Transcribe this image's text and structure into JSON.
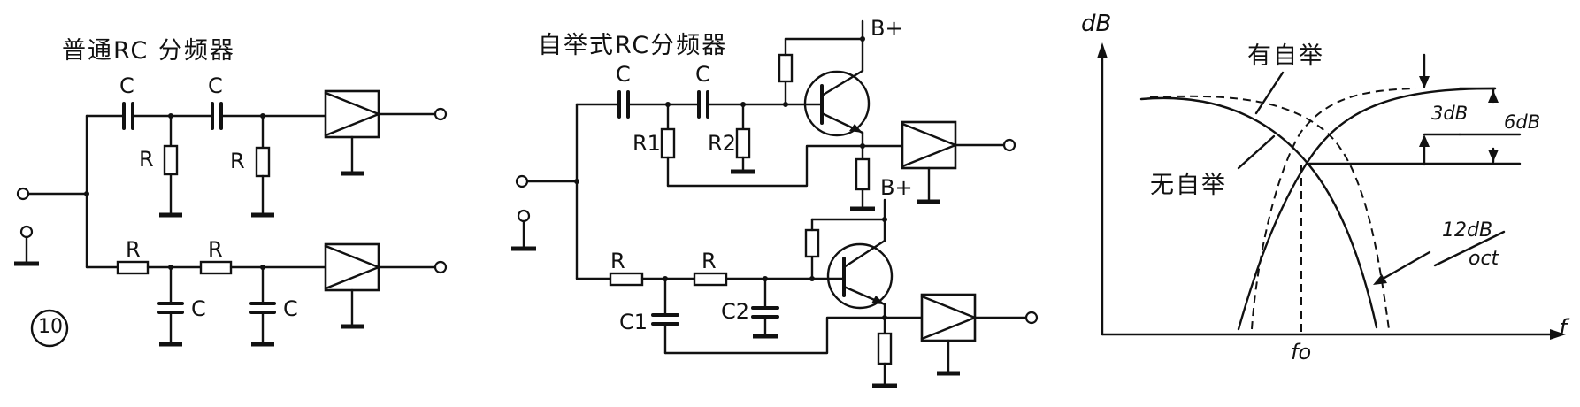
{
  "figure": {
    "number": "10",
    "panel_left": {
      "title": "普通RC 分频器",
      "highpass_capacitor_labels": [
        "C",
        "C"
      ],
      "highpass_resistor_labels": [
        "R",
        "R"
      ],
      "lowpass_resistor_labels": [
        "R",
        "R"
      ],
      "lowpass_capacitor_labels": [
        "C",
        "C"
      ]
    },
    "panel_middle": {
      "title": "自举式RC分频器",
      "highpass_capacitor_labels": [
        "C",
        "C"
      ],
      "highpass_resistor_labels": [
        "R1",
        "R2"
      ],
      "lowpass_resistor_labels": [
        "R",
        "R"
      ],
      "lowpass_capacitor_labels": [
        "C1",
        "C2"
      ],
      "supply_label": "B+"
    },
    "panel_right": {
      "y_axis_label": "dB",
      "x_axis_label": "f",
      "center_frequency_label": "fo",
      "curve_with_bootstrap": "有自举",
      "curve_without_bootstrap": "无自举",
      "annotation_3db": "3dB",
      "annotation_6db": "6dB",
      "slope_label_top": "12dB",
      "slope_label_bottom": "oct"
    }
  },
  "colors": {
    "ink": "#111111",
    "paper": "#ffffff"
  }
}
